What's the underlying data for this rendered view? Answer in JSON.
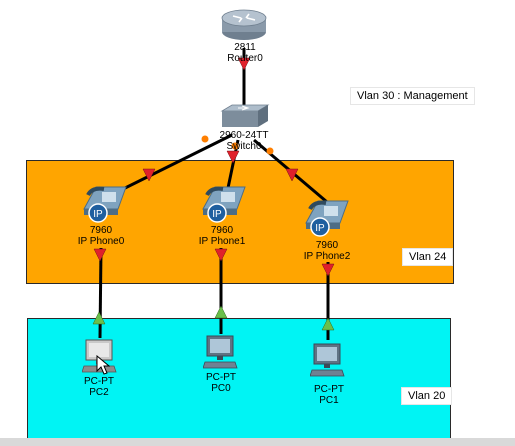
{
  "vlan_notes": {
    "management": "Vlan 30 : Management",
    "voice": "Vlan 24",
    "data": "Vlan 20"
  },
  "devices": {
    "router": {
      "model": "2811",
      "name": "Router0"
    },
    "switch": {
      "model": "2960-24TT",
      "name": "Switch0"
    },
    "phone0": {
      "model": "7960",
      "name": "IP Phone0",
      "badge": "IP"
    },
    "phone1": {
      "model": "7960",
      "name": "IP Phone1",
      "badge": "IP"
    },
    "phone2": {
      "model": "7960",
      "name": "IP Phone2",
      "badge": "IP"
    },
    "pc2": {
      "model": "PC-PT",
      "name": "PC2"
    },
    "pc0": {
      "model": "PC-PT",
      "name": "PC0"
    },
    "pc1": {
      "model": "PC-PT",
      "name": "PC1"
    }
  },
  "colors": {
    "voice_zone": "#ffa500",
    "data_zone": "#00f4f4",
    "link_down": "#e0212b",
    "link_up": "#6abf4b",
    "port_orange": "#ff7f00"
  }
}
